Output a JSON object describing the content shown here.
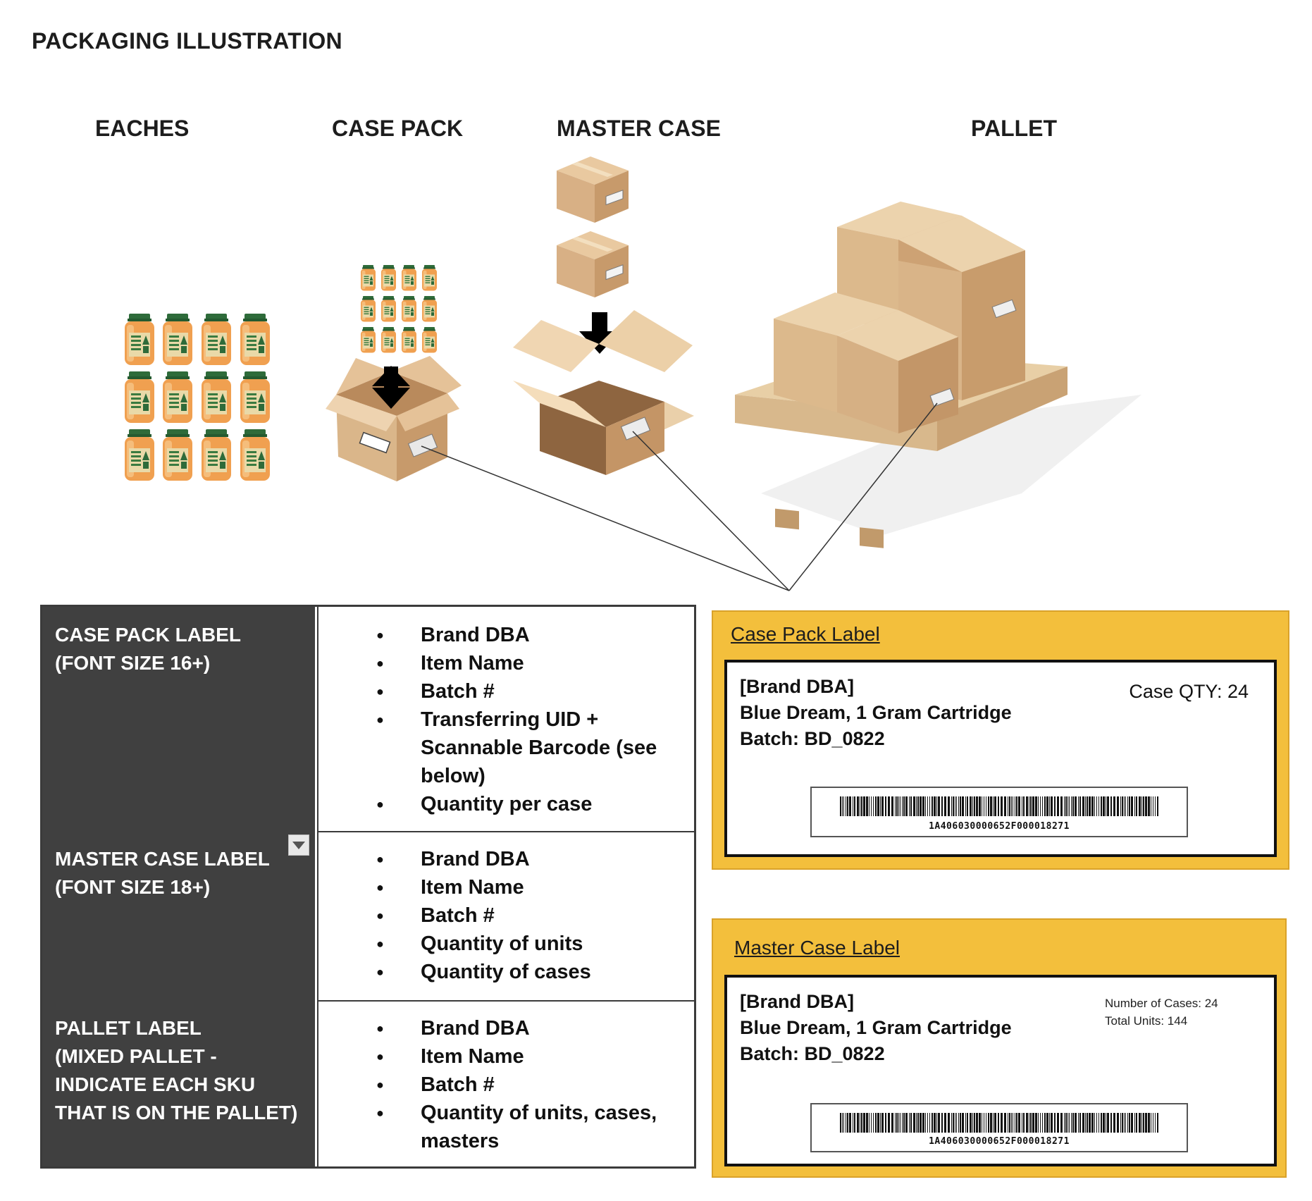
{
  "page_title": "PACKAGING ILLUSTRATION",
  "columns": {
    "eaches": "EACHES",
    "case_pack": "CASE PACK",
    "master_case": "MASTER CASE",
    "pallet": "PALLET"
  },
  "requirements": [
    {
      "label": "CASE PACK LABEL\n(FONT SIZE 16+)",
      "items": [
        "Brand DBA",
        "Item Name",
        "Batch #",
        "Transferring UID + Scannable Barcode (see below)",
        "Quantity per case"
      ]
    },
    {
      "label": "MASTER CASE LABEL\n(FONT SIZE 18+)",
      "items": [
        "Brand DBA",
        "Item Name",
        "Batch #",
        "Quantity of units",
        "Quantity of cases"
      ]
    },
    {
      "label": "PALLET LABEL\n(MIXED PALLET -\nINDICATE EACH SKU\nTHAT IS ON THE PALLET)",
      "items": [
        "Brand DBA",
        "Item Name",
        "Batch #",
        "Quantity of units, cases, masters"
      ]
    }
  ],
  "case_pack_label": {
    "title": "Case Pack Label",
    "brand": "[Brand DBA]",
    "item": "Blue Dream, 1 Gram Cartridge",
    "batch": "Batch: BD_0822",
    "qty": "Case QTY: 24",
    "barcode": "1A406030000652F000018271"
  },
  "master_case_label": {
    "title": "Master Case Label",
    "brand": "[Brand DBA]",
    "item": "Blue Dream, 1 Gram Cartridge",
    "batch": "Batch: BD_0822",
    "cases": "Number of Cases: 24",
    "units": "Total Units: 144",
    "barcode": "1A406030000652F000018271"
  },
  "colors": {
    "label_card": "#f3bf3c",
    "table_dark": "#404040",
    "jar_orange": "#f0a050",
    "jar_lid": "#2e6b3a",
    "box_kraft": "#d9b385"
  },
  "icons": [
    "jar-icon",
    "open-box-icon",
    "closed-box-icon",
    "down-arrow-icon",
    "pallet-icon"
  ]
}
